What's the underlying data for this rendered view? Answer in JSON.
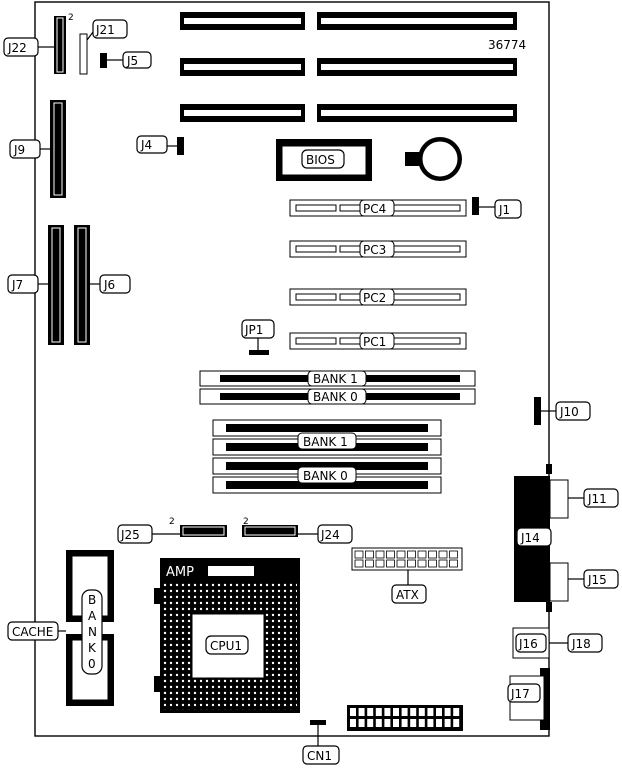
{
  "board_id": "36774",
  "labels": {
    "j22": "J22",
    "j21": "J21",
    "j5": "J5",
    "j9": "J9",
    "j4": "J4",
    "j7": "J7",
    "j6": "J6",
    "jp1": "JP1",
    "j1": "J1",
    "j10": "J10",
    "j11": "J11",
    "j14": "J14",
    "j15": "J15",
    "j16": "J16",
    "j18": "J18",
    "j17": "J17",
    "j25": "J25",
    "j24": "J24",
    "atx": "ATX",
    "amp": "AMP",
    "cpu1": "CPU1",
    "cache": "CACHE",
    "cn1": "CN1",
    "bios": "BIOS"
  },
  "pin_marks": {
    "j22": "2",
    "j25": "2",
    "j24": "2"
  },
  "pci_slots": [
    "PC4",
    "PC3",
    "PC2",
    "PC1"
  ],
  "simm_72": [
    "BANK 1",
    "BANK 0"
  ],
  "simm_30": [
    "BANK 1",
    "BANK 0"
  ],
  "cache_bank": [
    "B",
    "A",
    "N",
    "K",
    "0"
  ]
}
